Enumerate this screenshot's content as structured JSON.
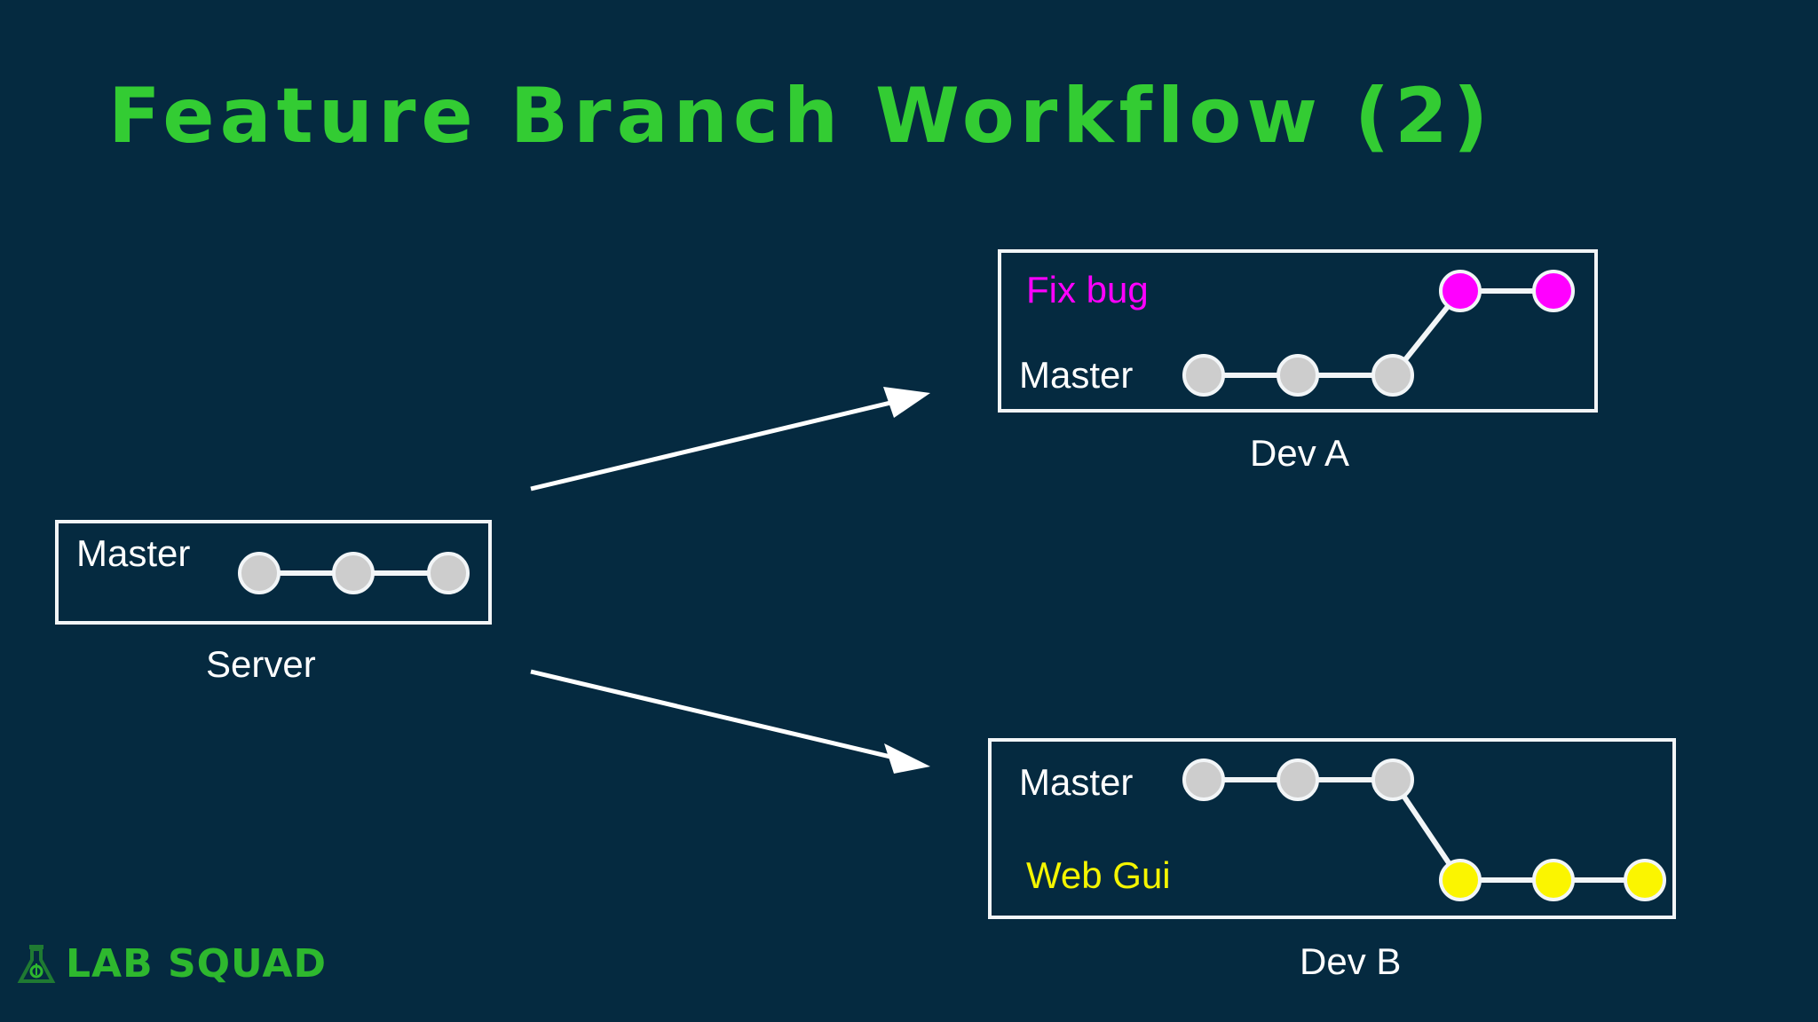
{
  "slide": {
    "title": "Feature Branch Workflow (2)",
    "background_color": "#052a40",
    "title_color": "#33cc33"
  },
  "colors": {
    "accent_green": "#33cc33",
    "line_white": "#f2f5f7",
    "commit_gray": "#cdcdcd",
    "commit_magenta": "#ff00ff",
    "commit_yellow": "#fbf500",
    "label_white": "#ffffff",
    "label_magenta": "#ff00ff",
    "label_yellow": "#f5f500"
  },
  "boxes": [
    {
      "id": "server",
      "caption": "Server",
      "branches": [
        {
          "name": "Master",
          "label_color": "#ffffff",
          "commit_color": "#cdcdcd",
          "commits": 3
        }
      ]
    },
    {
      "id": "dev-a",
      "caption": "Dev A",
      "branches": [
        {
          "name": "Fix bug",
          "label_color": "#ff00ff",
          "commit_color": "#ff00ff",
          "commits": 2
        },
        {
          "name": "Master",
          "label_color": "#ffffff",
          "commit_color": "#cdcdcd",
          "commits": 3
        }
      ]
    },
    {
      "id": "dev-b",
      "caption": "Dev B",
      "branches": [
        {
          "name": "Master",
          "label_color": "#ffffff",
          "commit_color": "#cdcdcd",
          "commits": 3
        },
        {
          "name": "Web Gui",
          "label_color": "#f5f500",
          "commit_color": "#fbf500",
          "commits": 3
        }
      ]
    }
  ],
  "arrows": [
    {
      "id": "server-to-dev-a",
      "from": "server",
      "to": "dev-a"
    },
    {
      "id": "server-to-dev-b",
      "from": "server",
      "to": "dev-b"
    }
  ],
  "logo": {
    "text": "LAB SQUAD",
    "icon": "flask-icon",
    "color": "#2eb82e"
  }
}
